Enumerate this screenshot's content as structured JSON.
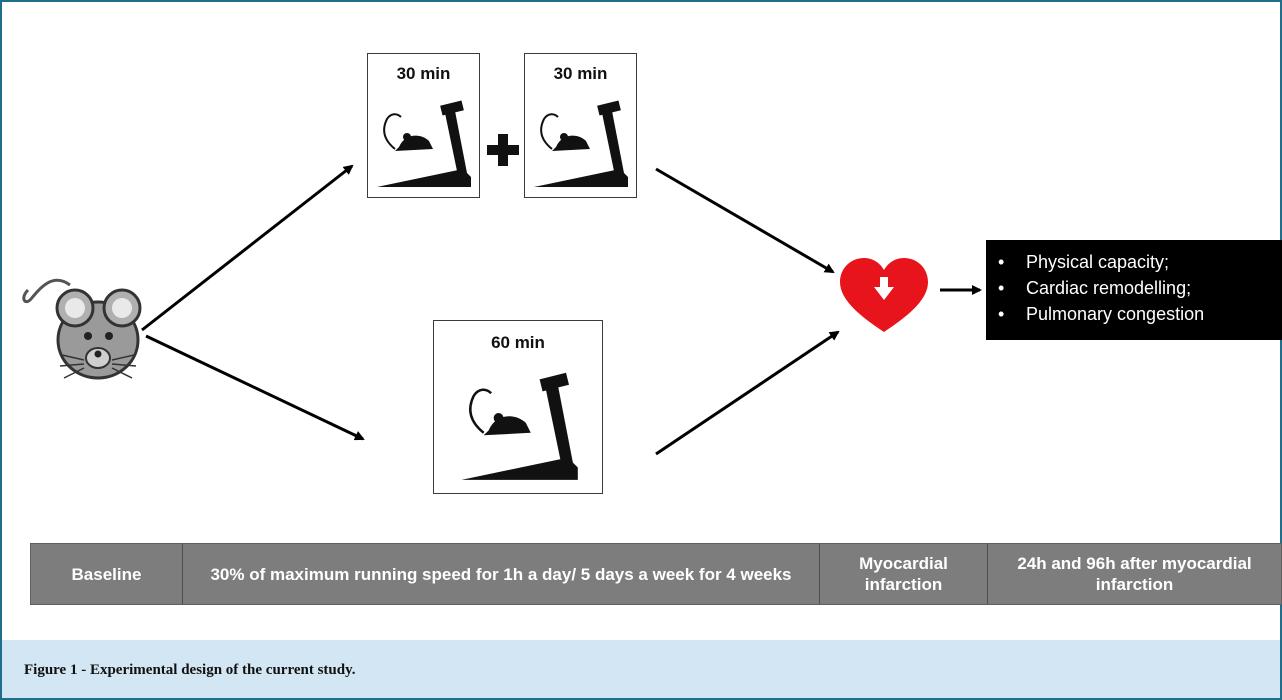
{
  "diagram": {
    "protocol_top": {
      "box1_label": "30 min",
      "plus_symbol": "+",
      "box2_label": "30 min"
    },
    "protocol_bottom": {
      "box_label": "60 min"
    },
    "outcomes": {
      "bullet": "•",
      "items": [
        "Physical capacity;",
        "Cardiac remodelling;",
        "Pulmonary congestion"
      ]
    },
    "timeline": {
      "cells": [
        "Baseline",
        "30% of maximum running speed for 1h a day/ 5 days a week for 4 weeks",
        "Myocardial infarction",
        "24h and 96h after myocardial infarction"
      ]
    },
    "colors": {
      "heart": "#e8141c",
      "timeline_bg": "#7d7d7d",
      "caption_bg": "#d3e6f3",
      "frame_border": "#1e6e8c"
    }
  },
  "caption": {
    "text": "Figure 1 - Experimental design of the current study."
  }
}
